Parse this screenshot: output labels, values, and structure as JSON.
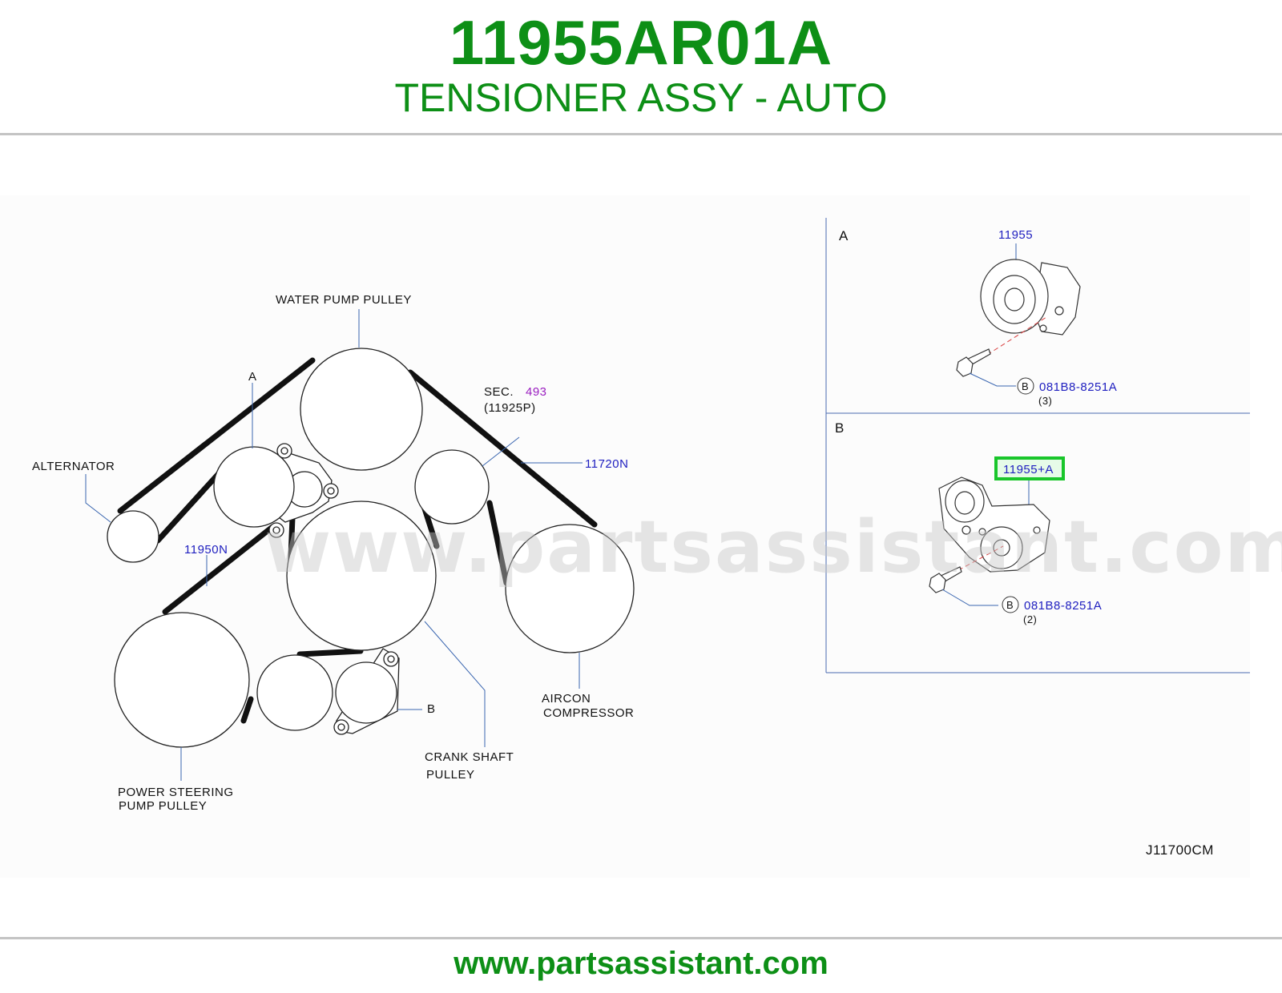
{
  "header": {
    "part_number": "11955AR01A",
    "part_title": "TENSIONER ASSY - AUTO"
  },
  "diagram": {
    "labels": {
      "water_pump_pulley": "WATER   PUMP   PULLEY",
      "a_marker": "A",
      "sec": "SEC.",
      "sec_number": "493",
      "sec_ref": "(11925P)",
      "alternator": "ALTERNATOR",
      "part_11720N": "11720N",
      "part_11950N": "11950N",
      "b_marker": "B",
      "aircon_1": "AIRCON",
      "aircon_2": "COMPRESSOR",
      "crank_1": "CRANK   SHAFT",
      "crank_2": "PULLEY",
      "power_1": "POWER   STEERING",
      "power_2": "PUMP   PULLEY",
      "diagram_code": "J11700CM"
    },
    "detail_a": {
      "title": "A",
      "part": "11955",
      "bolt_circle": "B",
      "bolt_part": "081B8-8251A",
      "bolt_qty": "(3)"
    },
    "detail_b": {
      "title": "B",
      "part": "11955+A",
      "bolt_circle": "B",
      "bolt_part": "081B8-8251A",
      "bolt_qty": "(2)"
    },
    "watermark": "www.partsassistant.com",
    "highlight_color": "#19c62b"
  },
  "footer": {
    "url": "www.partsassistant.com"
  },
  "colors": {
    "brand_green": "#0d8f16",
    "callout_blue": "#2020c0",
    "section_purple": "#9a1ec0"
  }
}
